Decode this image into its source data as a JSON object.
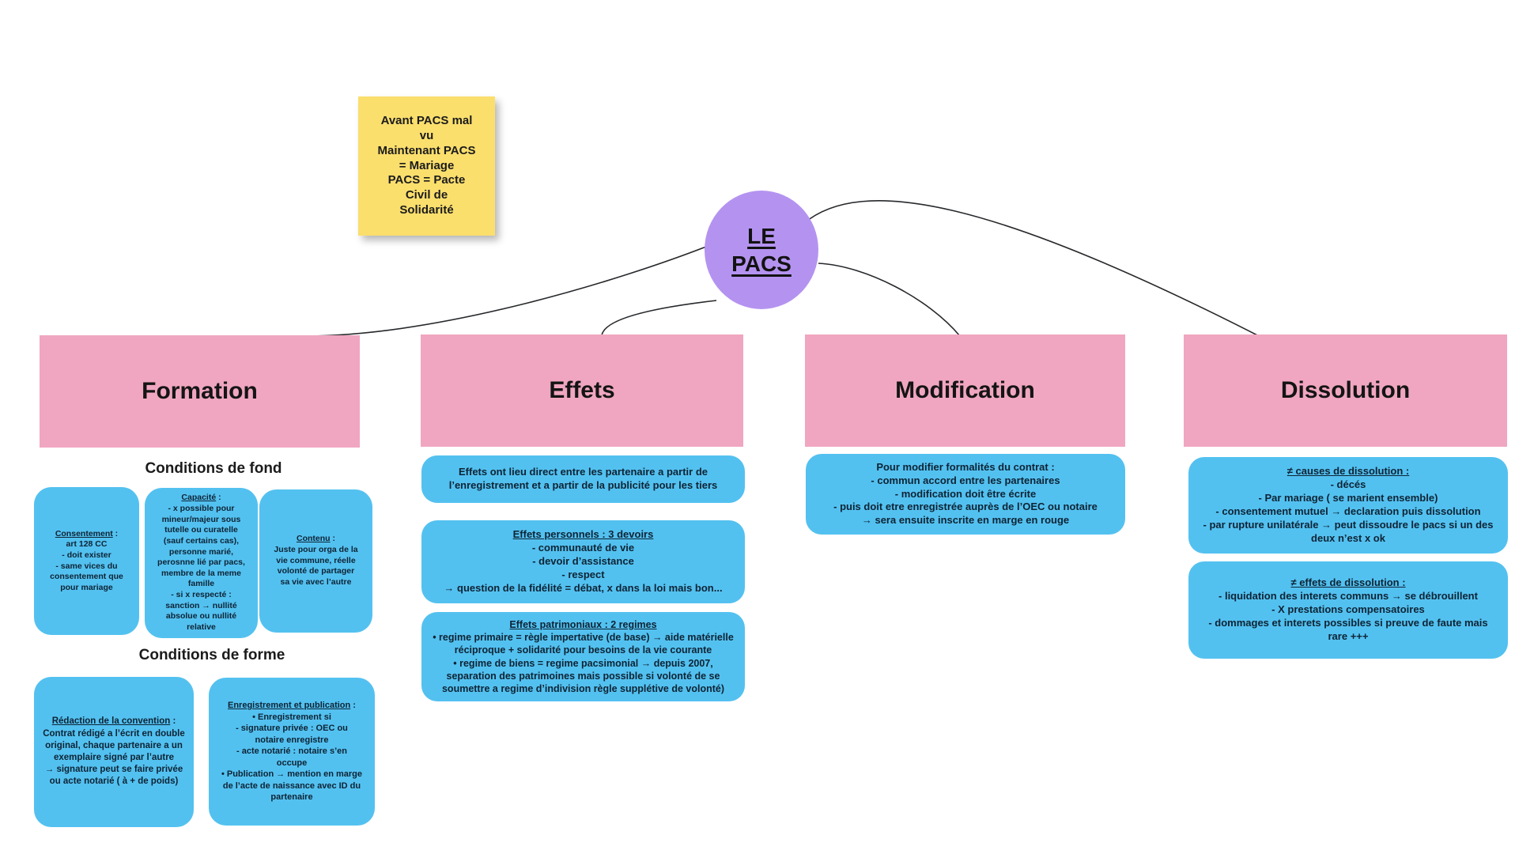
{
  "colors": {
    "branch_header_pink": "#f0a6c0",
    "note_blue": "#53c1f0",
    "center_purple": "#b493f0",
    "sticky_yellow": "#fbdf6d",
    "connector_line": "#26282b",
    "background": "#ffffff"
  },
  "sticky": {
    "text": "Avant PACS mal\nvu\nMaintenant PACS\n= Mariage\nPACS = Pacte\nCivil de\nSolidarité"
  },
  "center": {
    "title": "LE\nPACS"
  },
  "formation": {
    "title": "Formation",
    "fond_label": "Conditions de fond",
    "forme_label": "Conditions de forme",
    "boxes": {
      "consentement": {
        "heading": "Consentement",
        "suffix": " :",
        "body": "art 128 CC\n- doit exister\n- same vices du\nconsentement que\npour mariage"
      },
      "capacite": {
        "heading": "Capacité",
        "suffix": " :",
        "body": "- x possible pour\nmineur/majeur sous\ntutelle ou curatelle\n(sauf certains cas),\npersonne marié,\nperosnne lié par pacs,\nmembre de la meme\nfamille\n- si x respecté :\nsanction → nullité\nabsolue ou nullité\nrelative"
      },
      "contenu": {
        "heading": "Contenu",
        "suffix": " :",
        "body": "Juste pour orga de la\nvie commune, réelle\nvolonté de partager\nsa vie avec l’autre"
      },
      "redaction": {
        "heading": "Rédaction de la convention",
        "suffix": " :",
        "body": "Contrat rédigé a l’écrit en double\noriginal, chaque partenaire a un\nexemplaire signé par l’autre\n→ signature peut se faire privée\nou acte notarié ( à + de poids)"
      },
      "enregistrement": {
        "heading": "Enregistrement et publication",
        "suffix": " :",
        "body": "• Enregistrement si\n- signature privée : OEC ou\nnotaire enregistre\n- acte notarié : notaire s’en\noccupe\n• Publication → mention en marge\nde l’acte de naissance avec ID du\npartenaire"
      }
    }
  },
  "effets": {
    "title": "Effets",
    "boxes": {
      "intro": {
        "body": "Effets ont lieu direct entre les partenaire a partir de\nl’enregistrement et a partir de la publicité pour les tiers"
      },
      "personnels": {
        "heading": "Effets personnels : 3 devoirs",
        "suffix": "",
        "body": "- communauté de vie\n- devoir d’assistance\n- respect\n→ question de la fidélité = débat, x dans la loi mais bon..."
      },
      "patrimoniaux": {
        "heading": "Effets patrimoniaux : 2 regimes",
        "suffix": "",
        "body": "• regime primaire = règle impertative (de base) → aide matérielle\nréciproque + solidarité pour besoins de la vie courante\n• regime de biens = regime pacsimonial → depuis 2007,\nseparation des patrimoines mais possible si volonté de se\nsoumettre a regime d’indivision règle supplétive de volonté)"
      }
    }
  },
  "modification": {
    "title": "Modification",
    "boxes": {
      "formalites": {
        "body": "Pour modifier formalités du contrat :\n- commun accord entre les partenaires\n- modification doit être écrite\n- puis doit etre enregistrée auprès de l’OEC ou notaire\n→ sera ensuite inscrite en marge en rouge"
      }
    }
  },
  "dissolution": {
    "title": "Dissolution",
    "boxes": {
      "causes": {
        "heading": "≠ causes de dissolution :",
        "suffix": "",
        "body": "- décés\n- Par mariage ( se marient ensemble)\n- consentement mutuel → declaration puis dissolution\n- par rupture unilatérale → peut dissoudre le pacs si un des\ndeux n’est x ok"
      },
      "effets": {
        "heading": "≠ effets de dissolution :",
        "suffix": "",
        "body": "- liquidation des interets communs → se débrouillent\n- X prestations compensatoires\n- dommages et interets possibles si preuve de faute mais\nrare +++"
      }
    }
  }
}
